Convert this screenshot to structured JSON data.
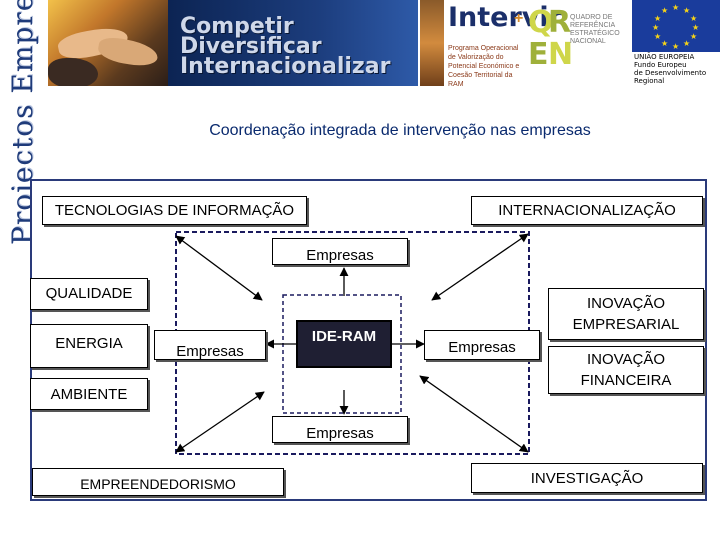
{
  "banner": {
    "side_text": "Projectos Empresariais",
    "header_lines": [
      "Competir",
      "Diversificar",
      "Internacionalizar"
    ],
    "intervir": {
      "title": "Intervir",
      "plus": "+",
      "subtitle": "Programa Operacional de Valorização do Potencial Económico e Coesão Territorial da RAM"
    },
    "qren": {
      "letters": [
        "Q",
        "R",
        "E",
        "N"
      ],
      "text": "QUADRO DE REFERÊNCIA ESTRATÉGICO NACIONAL"
    },
    "eu": {
      "lines": [
        "UNIÃO EUROPEIA",
        "Fundo Europeu",
        "de Desenvolvimento",
        "Regional"
      ]
    }
  },
  "title": "Coordenação integrada de intervenção nas empresas",
  "diagram": {
    "center": "IDE-RAM",
    "empresas_top": "Empresas",
    "empresas_left": "Empresas",
    "empresas_right": "Empresas",
    "empresas_bottom": "Empresas",
    "tecnologias": "TECNOLOGIAS DE INFORMAÇÃO",
    "internacionalizacao": "INTERNACIONALIZAÇÃO",
    "qualidade": "QUALIDADE",
    "energia": "ENERGIA",
    "ambiente": "AMBIENTE",
    "inovacao_empresarial_1": "INOVAÇÃO",
    "inovacao_empresarial_2": "EMPRESARIAL",
    "inovacao_financeira_1": "INOVAÇÃO",
    "inovacao_financeira_2": "FINANCEIRA",
    "empreendedorismo": "EMPREENDEDORISMO",
    "investigacao": "INVESTIGAÇÃO"
  },
  "colors": {
    "navy": "#1f3b7a",
    "title_blue": "#0a2a6e",
    "center_fill": "#1f1f33"
  }
}
